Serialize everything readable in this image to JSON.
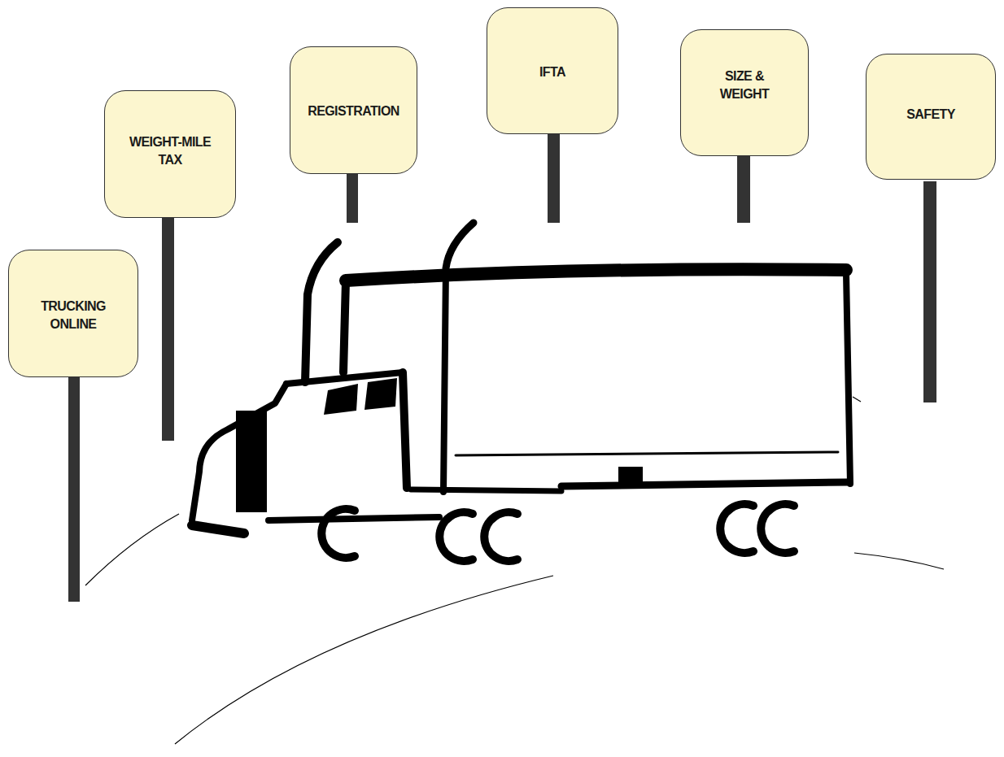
{
  "diagram": {
    "nodes": [
      {
        "text": [
          "TRUCKING ONLINE"
        ]
      },
      {
        "text": [
          "WEIGHT-MILE TAX"
        ]
      },
      {
        "text": [
          "REGISTRATION"
        ]
      },
      {
        "text": [
          "IFTA"
        ]
      },
      {
        "text": [
          "SIZE & WEIGHT"
        ]
      },
      {
        "text": [
          "SAFETY"
        ]
      }
    ]
  }
}
